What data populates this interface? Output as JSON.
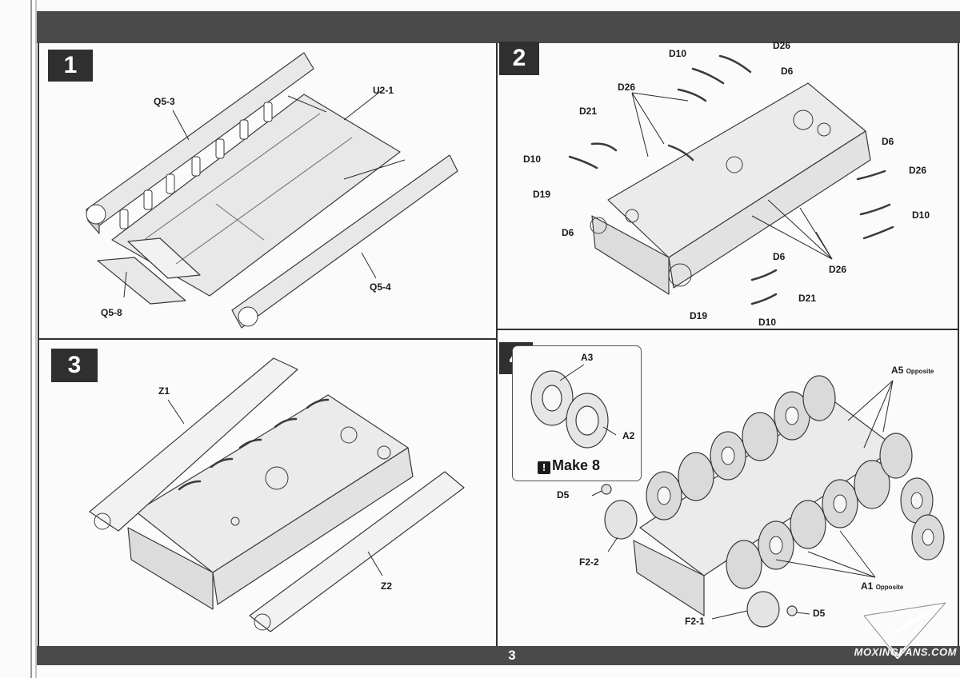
{
  "page": {
    "number": "3"
  },
  "steps": [
    {
      "number": "1",
      "labels": {
        "q5_3": "Q5-3",
        "u2_1": "U2-1",
        "q5_8": "Q5-8",
        "q5_4": "Q5-4"
      }
    },
    {
      "number": "2",
      "labels": {
        "d10_a": "D10",
        "d26_a": "D26",
        "d6_a": "D6",
        "d26_b": "D26",
        "d21_a": "D21",
        "d10_b": "D10",
        "d19_a": "D19",
        "d6_b": "D6",
        "d6_c": "D6",
        "d26_c": "D26",
        "d10_c": "D10",
        "d6_d": "D6",
        "d26_d": "D26",
        "d21_b": "D21",
        "d19_b": "D19",
        "d10_d": "D10"
      }
    },
    {
      "number": "3",
      "labels": {
        "z1": "Z1",
        "z2": "Z2"
      }
    },
    {
      "number": "4",
      "labels": {
        "a3": "A3",
        "a2": "A2",
        "a5": "A5",
        "a5_note": "Opposite",
        "d5_a": "D5",
        "f2_2": "F2-2",
        "a1": "A1",
        "a1_note": "Opposite",
        "f2_1": "F2-1",
        "d5_b": "D5"
      },
      "inset": {
        "make_label": "Make 8",
        "make_icon": "!"
      }
    }
  ],
  "watermark": {
    "text": "MOXINGFANS.COM"
  },
  "colors": {
    "band": "#4a4a4a",
    "badge": "#2f2f2f",
    "ink": "#1a1a1a",
    "paper": "#fbfbfb"
  }
}
